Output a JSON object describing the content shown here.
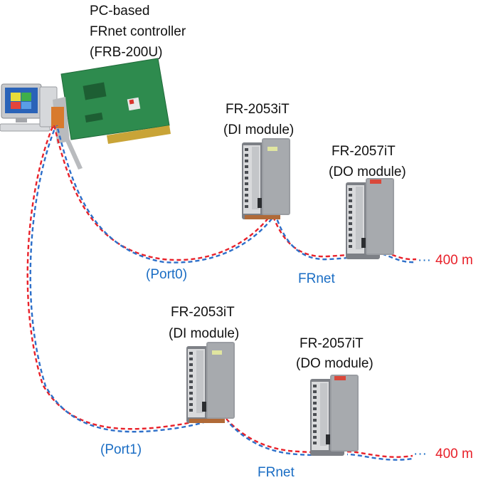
{
  "controller": {
    "line1": "PC-based",
    "line2": "FRnet controller",
    "line3": "(FRB-200U)"
  },
  "row0": {
    "di_name": "FR-2053iT",
    "di_desc": "(DI module)",
    "do_name": "FR-2057iT",
    "do_desc": "(DO module)",
    "port": "(Port0)",
    "bus": "FRnet",
    "dots": "···",
    "distance": "400 m"
  },
  "row1": {
    "di_name": "FR-2053iT",
    "di_desc": "(DI module)",
    "do_name": "FR-2057iT",
    "do_desc": "(DO module)",
    "port": "(Port1)",
    "bus": "FRnet",
    "dots": "···",
    "distance": "400 m"
  },
  "colors": {
    "cable_red": "#e8212a",
    "cable_blue": "#2d6fc9",
    "label_blue": "#1a6dc4",
    "board_green": "#2e8b4e",
    "module_gray": "#8c8f94"
  }
}
